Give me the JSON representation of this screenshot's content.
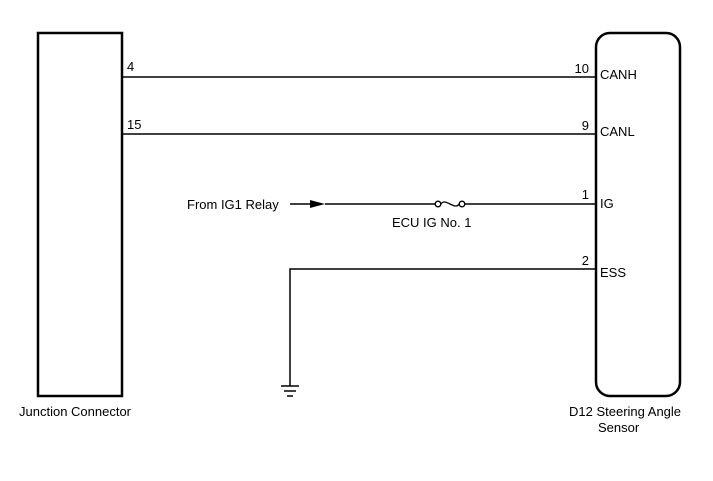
{
  "junction_connector": {
    "name": "Junction Connector",
    "pins": {
      "canh": "4",
      "canl": "15"
    }
  },
  "sensor": {
    "name_line1": "D12  Steering Angle",
    "name_line2": "Sensor",
    "pins": [
      {
        "number": "10",
        "label": "CANH"
      },
      {
        "number": "9",
        "label": "CANL"
      },
      {
        "number": "1",
        "label": "IG"
      },
      {
        "number": "2",
        "label": "ESS"
      }
    ]
  },
  "supply": {
    "source_label": "From IG1 Relay",
    "fuse_label": "ECU IG No. 1"
  }
}
